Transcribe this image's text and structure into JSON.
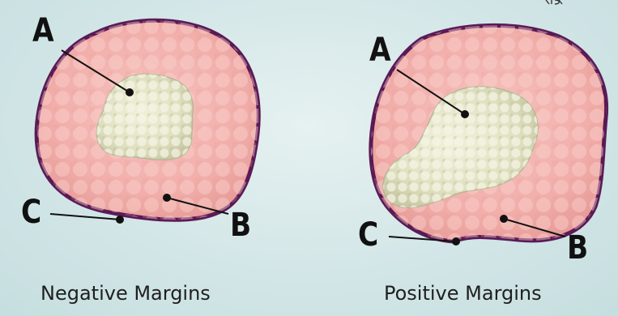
{
  "figure": {
    "panels": [
      {
        "caption": "Negative Margins",
        "labels": {
          "a": "A",
          "b": "B",
          "c": "C"
        }
      },
      {
        "caption": "Positive Margins",
        "labels": {
          "a": "A",
          "b": "B",
          "c": "C"
        }
      }
    ],
    "colors": {
      "background": "#d3e6e7",
      "tissue": "#f3b3b0",
      "margin_outline": "#5a1a55",
      "tumor": "#e2e3c4",
      "leader": "#111111"
    }
  }
}
